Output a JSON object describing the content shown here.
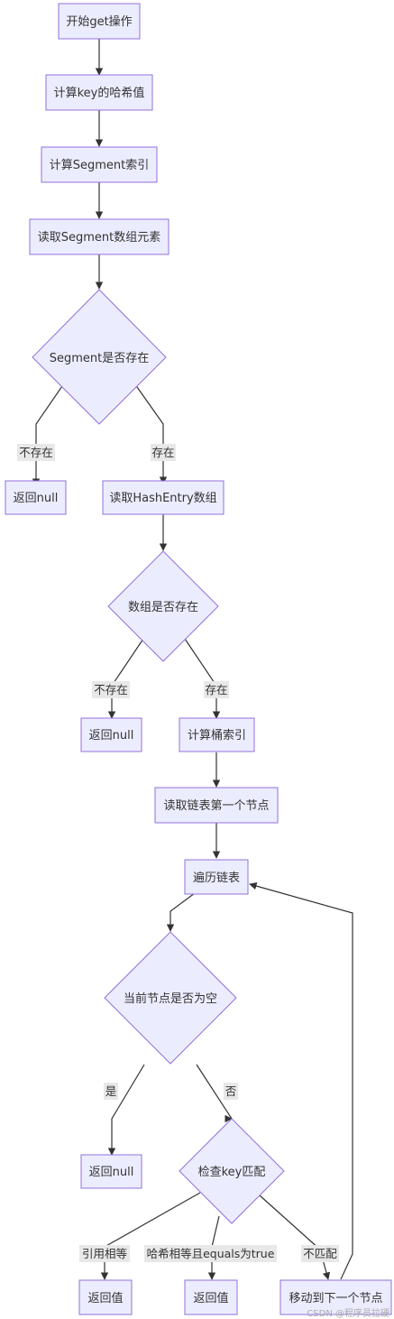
{
  "colors": {
    "node_fill": "#ECECFF",
    "node_stroke": "#9370DB",
    "edge": "#333333",
    "label_bg": "#e8e8e8"
  },
  "nodes": {
    "start": "开始get操作",
    "hash_key": "计算key的哈希值",
    "segment_index": "计算Segment索引",
    "read_segment": "读取Segment数组元素",
    "segment_exists": "Segment是否存在",
    "return_null_1": "返回null",
    "read_hashentry": "读取HashEntry数组",
    "array_exists": "数组是否存在",
    "return_null_2": "返回null",
    "bucket_index": "计算桶索引",
    "read_first_node": "读取链表第一个节点",
    "traverse": "遍历链表",
    "node_is_null": "当前节点是否为空",
    "return_null_3": "返回null",
    "check_key": "检查key匹配",
    "return_value_1": "返回值",
    "return_value_2": "返回值",
    "move_next": "移动到下一个节点"
  },
  "edge_labels": {
    "segment_missing": "不存在",
    "segment_present": "存在",
    "array_missing": "不存在",
    "array_present": "存在",
    "node_null_yes": "是",
    "node_null_no": "否",
    "ref_equal": "引用相等",
    "hash_equals": "哈希相等且equals为true",
    "no_match": "不匹配"
  },
  "watermark": "CSDN @程序员拉硬"
}
